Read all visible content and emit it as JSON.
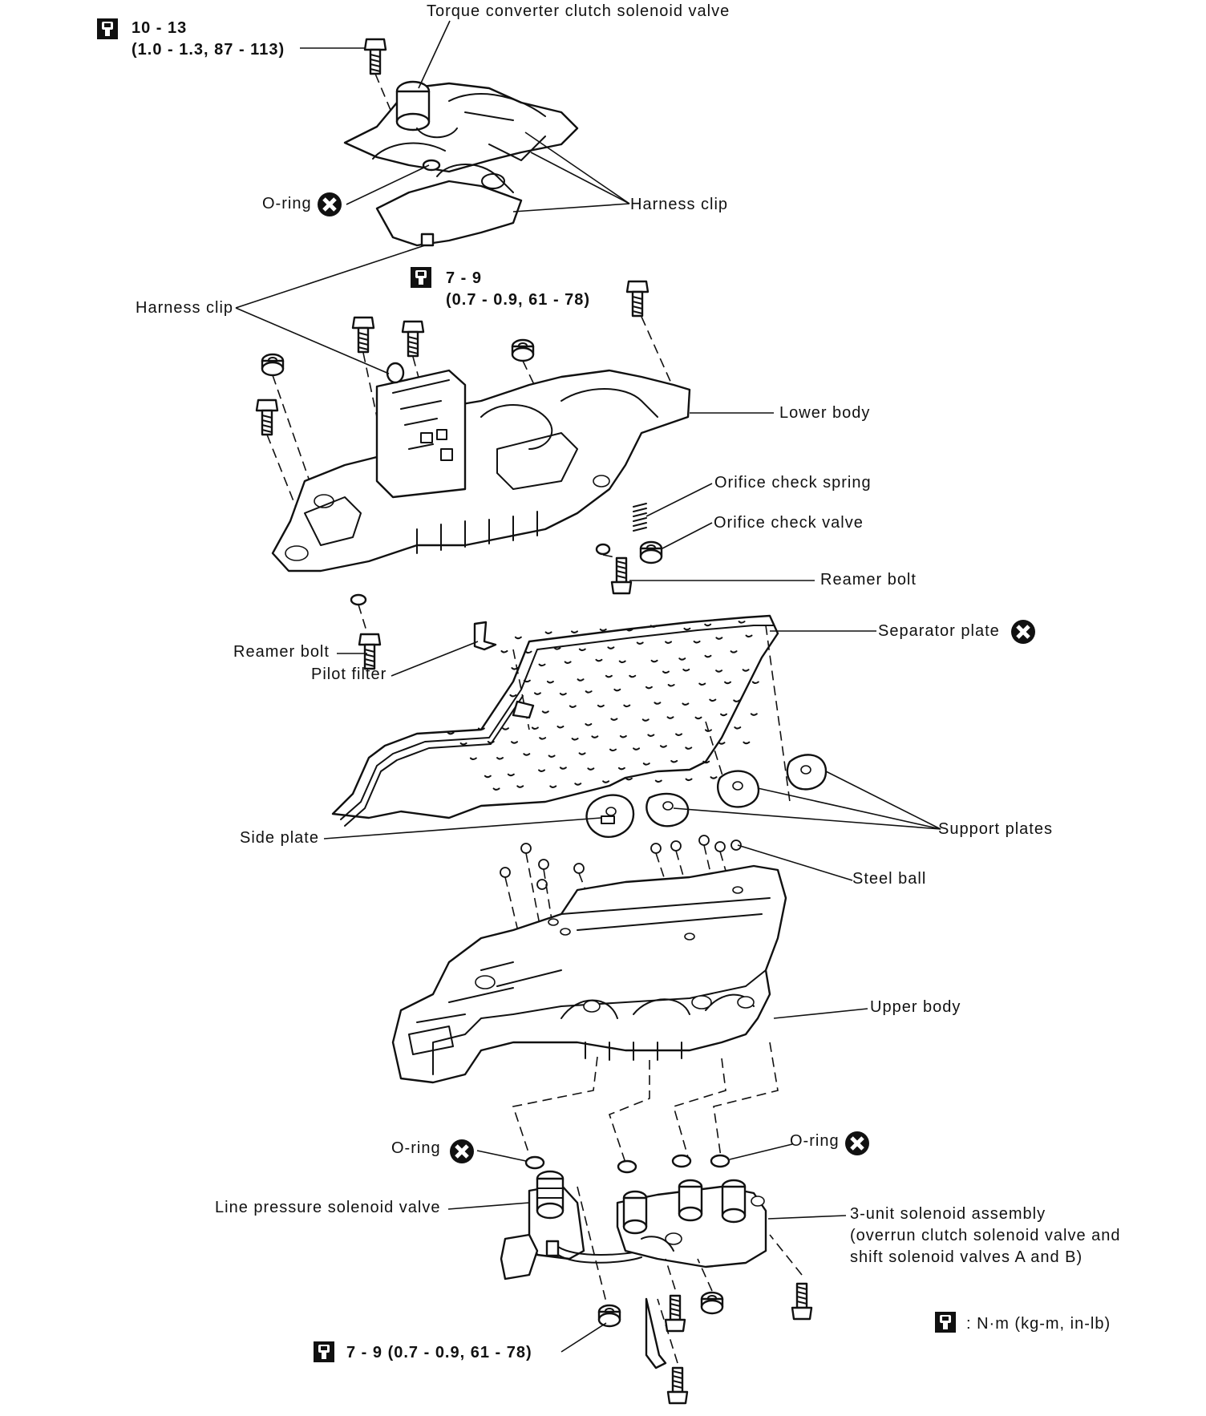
{
  "torque_specs": {
    "top": {
      "value": "10 - 13",
      "detail": "(1.0 - 1.3, 87 - 113)"
    },
    "middle": {
      "value": "7 - 9",
      "detail": "(0.7 - 0.9, 61 - 78)"
    },
    "bottom": {
      "text": "7 - 9 (0.7 - 0.9, 61 - 78)"
    }
  },
  "labels": {
    "torque_converter_valve": "Torque converter clutch solenoid valve",
    "o_ring_top": "O-ring",
    "harness_clip_right": "Harness clip",
    "harness_clip_left": "Harness clip",
    "lower_body": "Lower body",
    "orifice_check_spring": "Orifice check spring",
    "orifice_check_valve": "Orifice check valve",
    "reamer_bolt_right": "Reamer bolt",
    "separator_plate": "Separator plate",
    "reamer_bolt_left": "Reamer bolt",
    "pilot_filter": "Pilot filter",
    "side_plate": "Side plate",
    "support_plates": "Support plates",
    "steel_ball": "Steel ball",
    "upper_body": "Upper body",
    "o_ring_left": "O-ring",
    "o_ring_right": "O-ring",
    "line_pressure_valve": "Line pressure solenoid valve",
    "three_unit_line1": "3-unit solenoid assembly",
    "three_unit_line2": "(overrun clutch solenoid valve and",
    "three_unit_line3": "shift solenoid valves A and B)"
  },
  "legend": {
    "text": ": N·m (kg-m, in-lb)"
  },
  "icons": {
    "torque": "torque-wrench-icon",
    "do_not_reuse": "do-not-reuse-icon"
  }
}
